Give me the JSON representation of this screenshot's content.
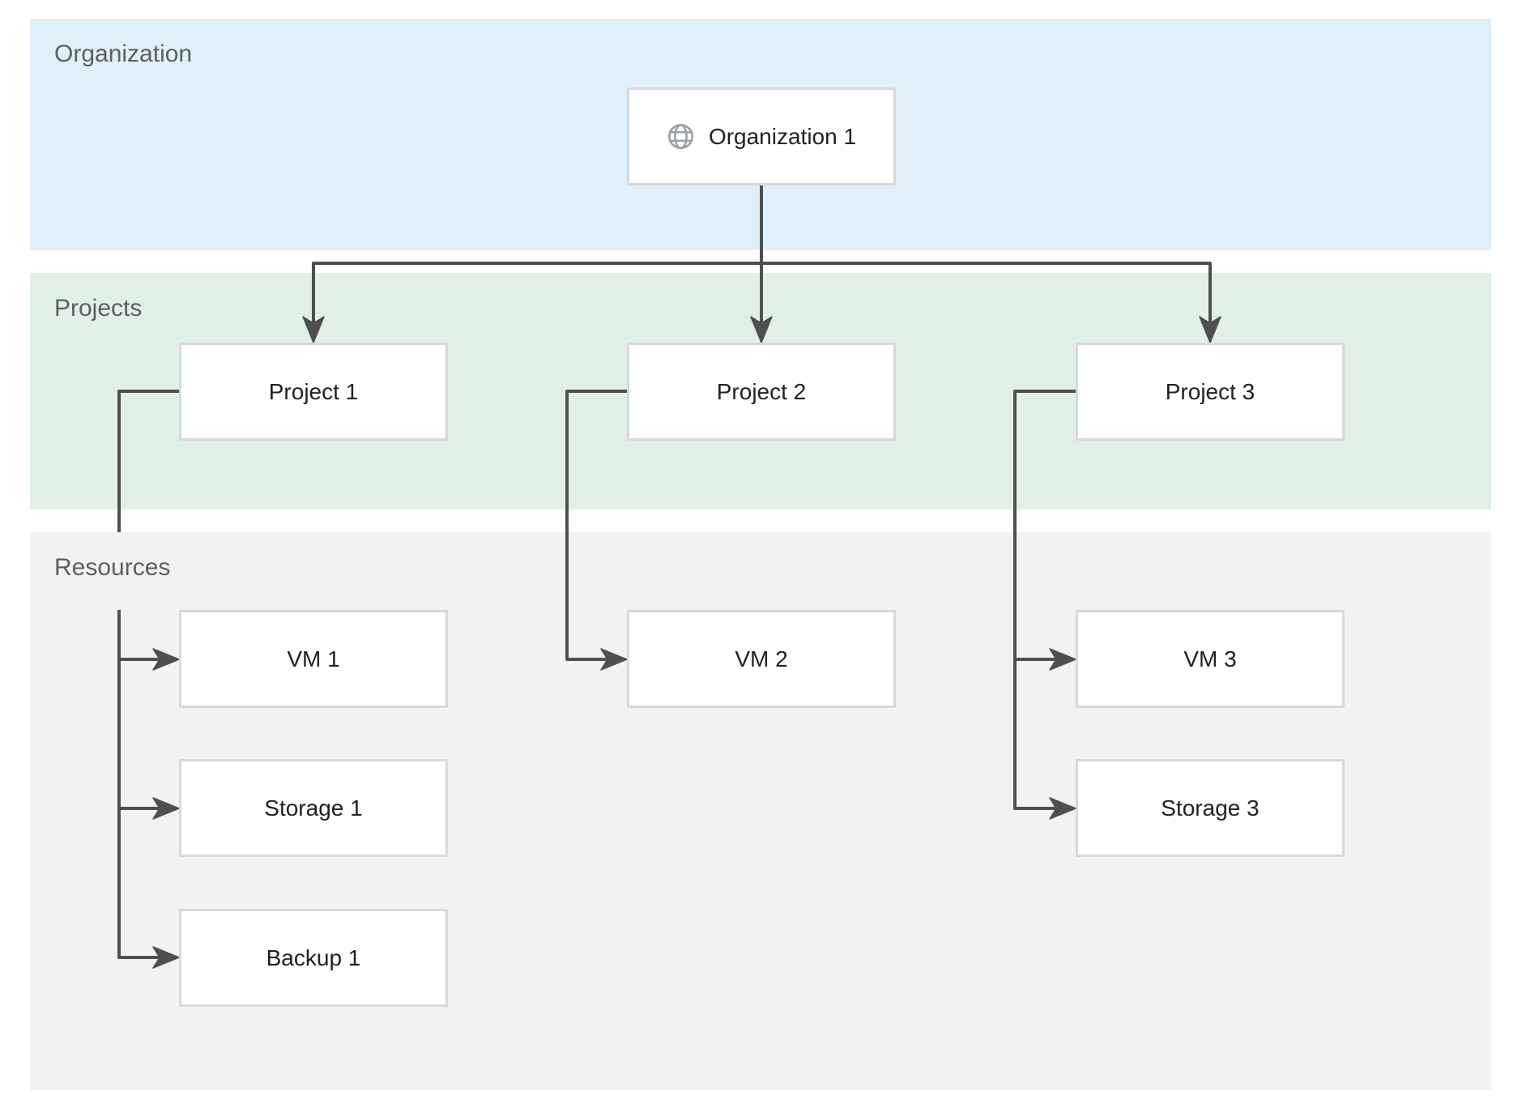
{
  "diagram": {
    "zones": [
      {
        "id": "organization",
        "label": "Organization",
        "color": "#dff0fa"
      },
      {
        "id": "projects",
        "label": "Projects",
        "color": "#e0f0e7"
      },
      {
        "id": "resources",
        "label": "Resources",
        "color": "#f2f2f2"
      }
    ],
    "nodes": {
      "organization1": {
        "label": "Organization 1",
        "icon": "globe-icon",
        "zone": "organization"
      },
      "project1": {
        "label": "Project 1",
        "zone": "projects"
      },
      "project2": {
        "label": "Project 2",
        "zone": "projects"
      },
      "project3": {
        "label": "Project 3",
        "zone": "projects"
      },
      "vm1": {
        "label": "VM 1",
        "zone": "resources"
      },
      "storage1": {
        "label": "Storage 1",
        "zone": "resources"
      },
      "backup1": {
        "label": "Backup 1",
        "zone": "resources"
      },
      "vm2": {
        "label": "VM 2",
        "zone": "resources"
      },
      "vm3": {
        "label": "VM 3",
        "zone": "resources"
      },
      "storage3": {
        "label": "Storage 3",
        "zone": "resources"
      }
    },
    "edges": [
      {
        "from": "organization1",
        "to": "project1"
      },
      {
        "from": "organization1",
        "to": "project2"
      },
      {
        "from": "organization1",
        "to": "project3"
      },
      {
        "from": "project1",
        "to": "vm1"
      },
      {
        "from": "project1",
        "to": "storage1"
      },
      {
        "from": "project1",
        "to": "backup1"
      },
      {
        "from": "project2",
        "to": "vm2"
      },
      {
        "from": "project3",
        "to": "vm3"
      },
      {
        "from": "project3",
        "to": "storage3"
      }
    ],
    "colors": {
      "connector": "#4f4f4f",
      "node_border": "#d9d9d9",
      "node_background": "#ffffff",
      "node_text": "#202124",
      "zone_label_text": "#5c5f62",
      "globe_icon": "#9aa0a6"
    }
  }
}
